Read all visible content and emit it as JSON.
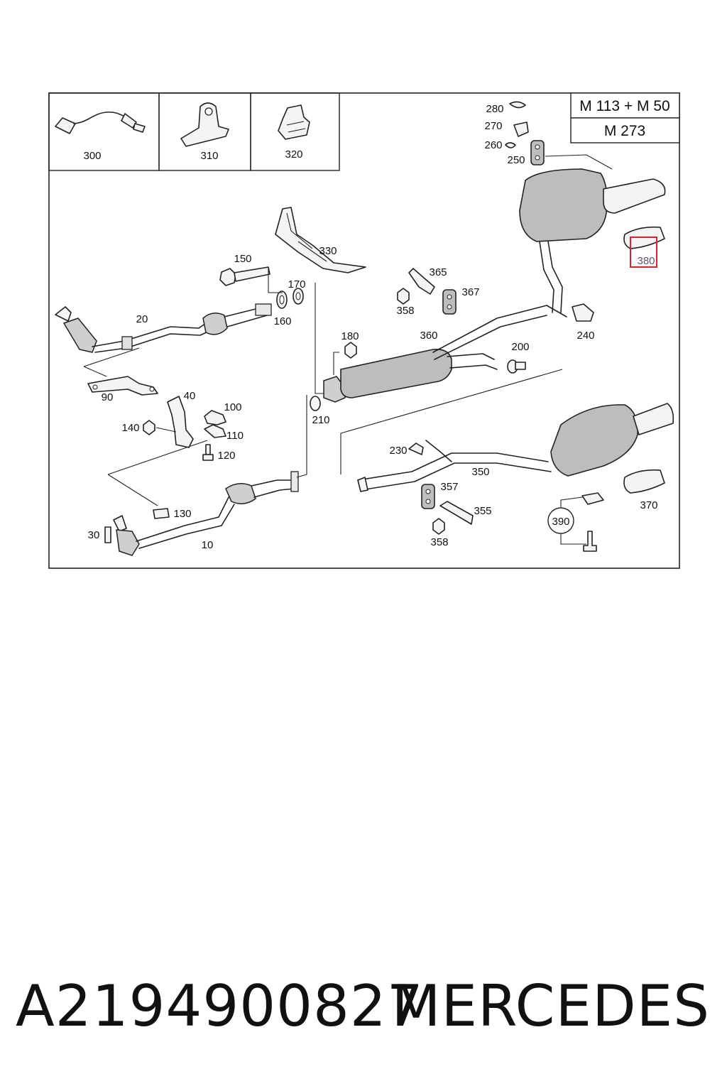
{
  "header": {
    "engine_1": "M 113 + M 50",
    "engine_2": "M 273"
  },
  "inset_labels": [
    "300",
    "310",
    "320"
  ],
  "part_labels": {
    "p10": "10",
    "p20": "20",
    "p30": "30",
    "p40": "40",
    "p90": "90",
    "p100": "100",
    "p110": "110",
    "p120": "120",
    "p130": "130",
    "p140": "140",
    "p150": "150",
    "p160": "160",
    "p170": "170",
    "p180": "180",
    "p200": "200",
    "p210": "210",
    "p230": "230",
    "p240": "240",
    "p250": "250",
    "p260": "260",
    "p270": "270",
    "p280": "280",
    "p330": "330",
    "p350": "350",
    "p355": "355",
    "p357": "357",
    "p358a": "358",
    "p358b": "358",
    "p360": "360",
    "p365": "365",
    "p367": "367",
    "p370": "370",
    "p380": "380",
    "p390": "390"
  },
  "highlight": {
    "part": "380",
    "color": "#e0202a"
  },
  "footer": {
    "part_number": "A2194900827",
    "brand": "MERCEDES"
  }
}
